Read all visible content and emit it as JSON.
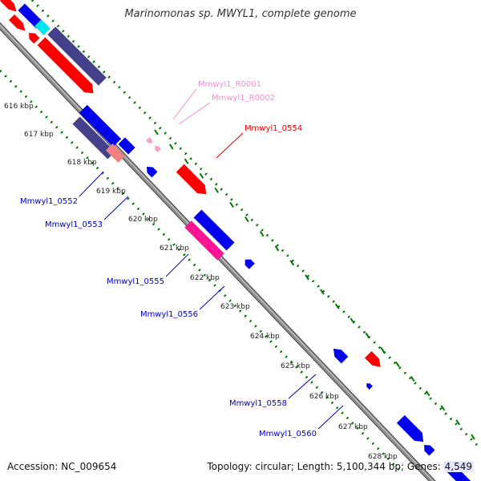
{
  "title": "Marinomonas sp. MWYL1, complete genome",
  "footer": {
    "accession": "Accession: NC_009654",
    "topology_prefix": "Topology: circular; Length: 5,100,344 bp; Genes: ",
    "genes_value": "4,549"
  },
  "ruler_labels": [
    "616 kbp",
    "617 kbp",
    "618 kbp",
    "619 kbp",
    "620 kbp",
    "621 kbp",
    "622 kbp",
    "623 kbp",
    "624 kbp",
    "625 kbp",
    "626 kbp",
    "627 kbp",
    "628 kbp"
  ],
  "gene_labels": [
    {
      "text": "Mmwyl1_R0001",
      "color": "#f090c8"
    },
    {
      "text": "Mmwyl1_R0002",
      "color": "#f090c8"
    },
    {
      "text": "Mmwyl1_0554",
      "color": "#e00000"
    },
    {
      "text": "Mmwyl1_0552",
      "color": "#0000c0"
    },
    {
      "text": "Mmwyl1_0553",
      "color": "#0000c0"
    },
    {
      "text": "Mmwyl1_0555",
      "color": "#0000c0"
    },
    {
      "text": "Mmwyl1_0556",
      "color": "#0000c0"
    },
    {
      "text": "Mmwyl1_0558",
      "color": "#0000c0"
    },
    {
      "text": "Mmwyl1_0560",
      "color": "#0000c0"
    }
  ],
  "colors": {
    "backbone": "#8c8c8c",
    "cds_forward": "#ff0000",
    "cds_reverse": "#0000ee",
    "dark_feature": "#44408a",
    "magenta": "#ff1493",
    "salmon": "#f08080",
    "cyan": "#00e5ee",
    "rna": "#f4a0cc",
    "gc_skew": "#007700"
  }
}
